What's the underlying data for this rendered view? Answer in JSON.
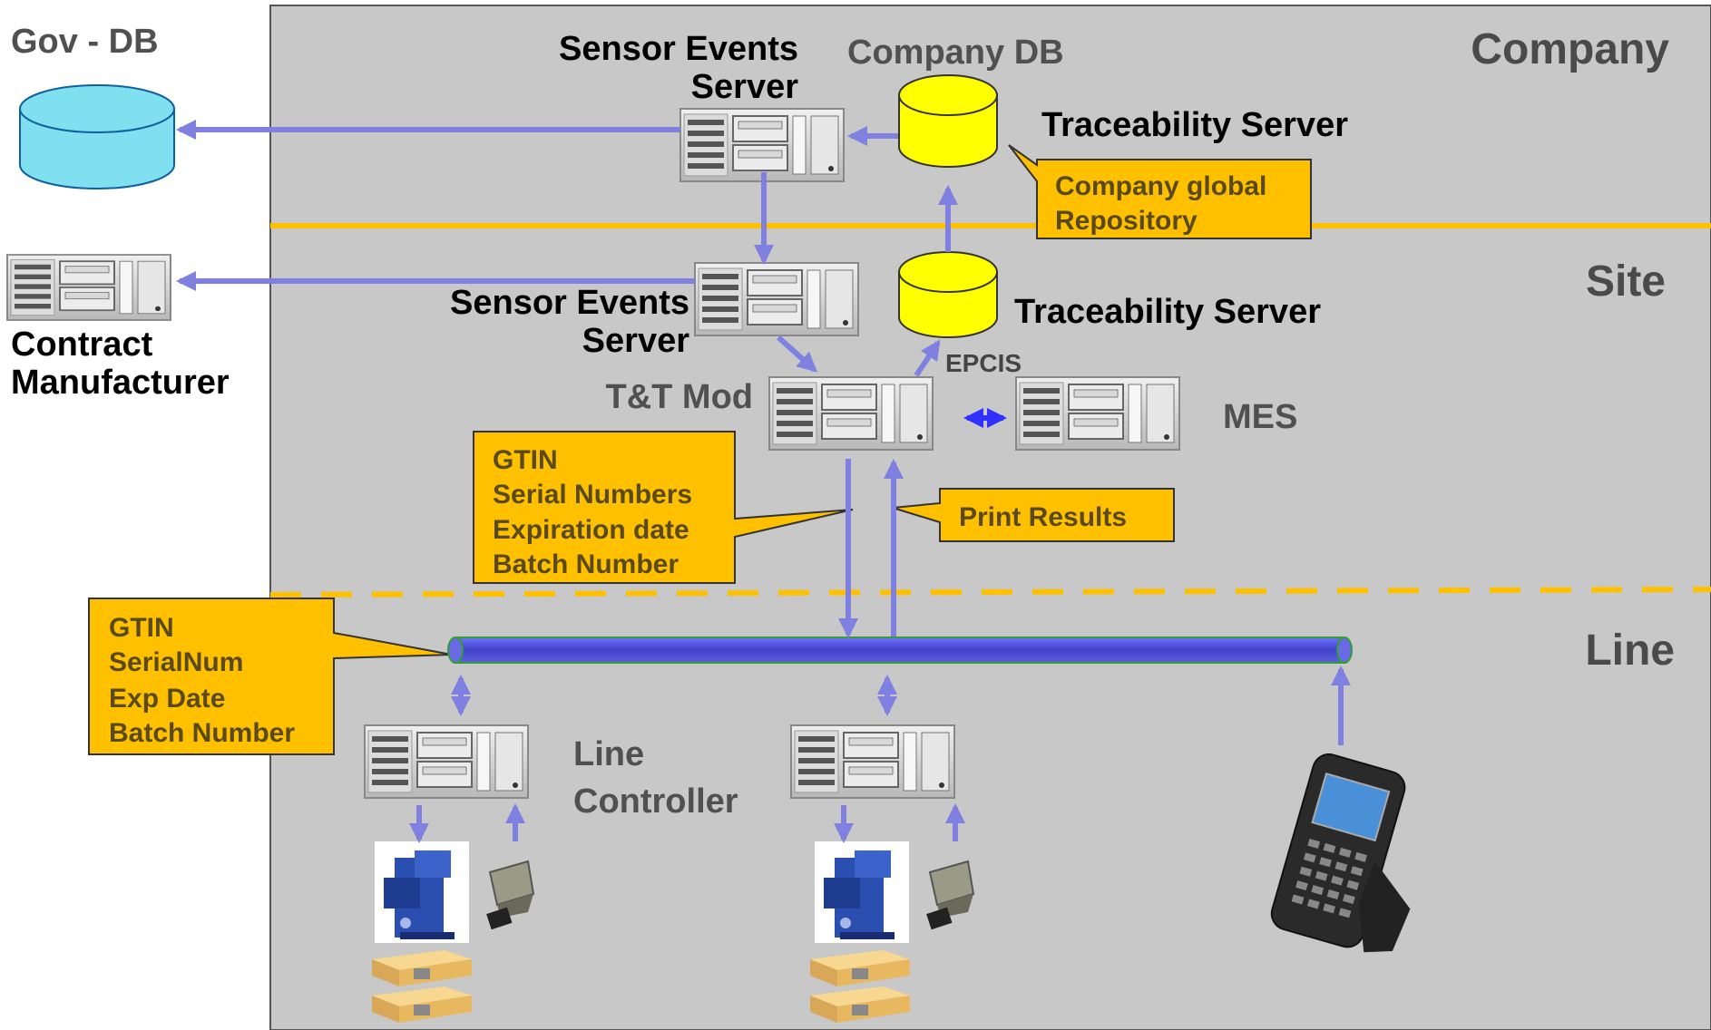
{
  "zones": {
    "company": "Company",
    "site": "Site",
    "line": "Line"
  },
  "labels": {
    "gov_db": "Gov - DB",
    "company_db": "Company DB",
    "sensor_events_top_1": "Sensor Events",
    "sensor_events_top_2": "Server",
    "traceability_company": "Traceability Server",
    "contract_1": "Contract",
    "contract_2": "Manufacturer",
    "sensor_events_site_1": "Sensor Events",
    "sensor_events_site_2": "Server",
    "traceability_site": "Traceability Server",
    "epcis": "EPCIS",
    "tt_mod": "T&T Mod",
    "mes": "MES",
    "line_controller_1": "Line",
    "line_controller_2": "Controller"
  },
  "callouts": {
    "company_repo": [
      "Company global",
      "Repository"
    ],
    "tt_data": [
      "GTIN",
      "Serial Numbers",
      "Expiration date",
      "Batch Number"
    ],
    "print_results": [
      "Print Results"
    ],
    "line_data": [
      "GTIN",
      "SerialNum",
      "Exp Date",
      "Batch Number"
    ]
  },
  "colors": {
    "zone_bg": "#c8c8c8",
    "divider": "#ffc000",
    "arrow": "#8080e0",
    "bus": "#5050d0",
    "callout": "#ffc000",
    "db_company": "#ffff00",
    "db_gov": "#80e0f0"
  },
  "icons": [
    "server-icon",
    "database-icon",
    "printer-icon",
    "camera-icon",
    "handheld-scanner-icon",
    "product-box-icon"
  ]
}
